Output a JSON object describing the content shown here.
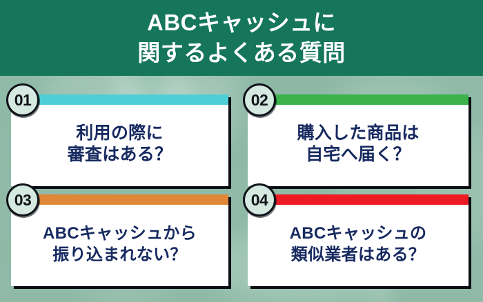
{
  "header": {
    "title_line1": "ABCキャッシュに",
    "title_line2": "関するよくある質問",
    "background_color": "#15765c",
    "text_color": "#ffffff"
  },
  "page": {
    "background_color": "#8fbaa7"
  },
  "cards": [
    {
      "number": "01",
      "bar_color": "#4ecfd8",
      "line1": "利用の際に",
      "line2": "審査はある？"
    },
    {
      "number": "02",
      "bar_color": "#3cb34a",
      "line1": "購入した商品は",
      "line2": "自宅へ届く？"
    },
    {
      "number": "03",
      "bar_color": "#e08738",
      "line1": "ABCキャッシュから",
      "line2": "振り込まれない？"
    },
    {
      "number": "04",
      "bar_color": "#ef1b24",
      "line1": "ABCキャッシュの",
      "line2": "類似業者はある？"
    }
  ],
  "style": {
    "card_background": "#ffffff",
    "card_text_color": "#172a60",
    "badge_background": "#d5e9e0",
    "badge_border_color": "#10131a"
  }
}
